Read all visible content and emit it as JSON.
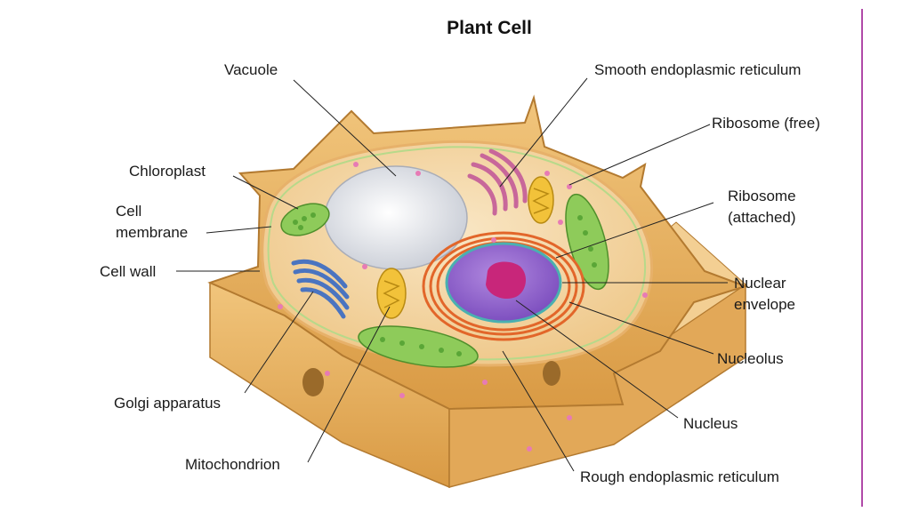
{
  "title": "Plant Cell",
  "labels": {
    "vacuole": "Vacuole",
    "chloroplast": "Chloroplast",
    "cell_membrane_1": "Cell",
    "cell_membrane_2": "membrane",
    "cell_wall": "Cell wall",
    "golgi": "Golgi apparatus",
    "mitochondrion": "Mitochondrion",
    "smooth_er": "Smooth endoplasmic reticulum",
    "ribosome_free": "Ribosome (free)",
    "ribosome_attached_1": "Ribosome",
    "ribosome_attached_2": "(attached)",
    "nuclear_envelope_1": "Nuclear",
    "nuclear_envelope_2": "envelope",
    "nucleolus": "Nucleolus",
    "nucleus": "Nucleus",
    "rough_er": "Rough endoplasmic reticulum"
  },
  "colors": {
    "cell_wall": "#e6b060",
    "cytoplasm": "#f4d7a6",
    "vacuole": "#eef0f4",
    "chloroplast": "#8ecb5a",
    "golgi": "#4a74c0",
    "mitochondrion": "#f2c23a",
    "smooth_er": "#c8679a",
    "nucleus": "#9b6fd0",
    "nucleolus": "#c8267a",
    "rough_er": "#e2662a",
    "accent_rule": "#b04aa8"
  }
}
